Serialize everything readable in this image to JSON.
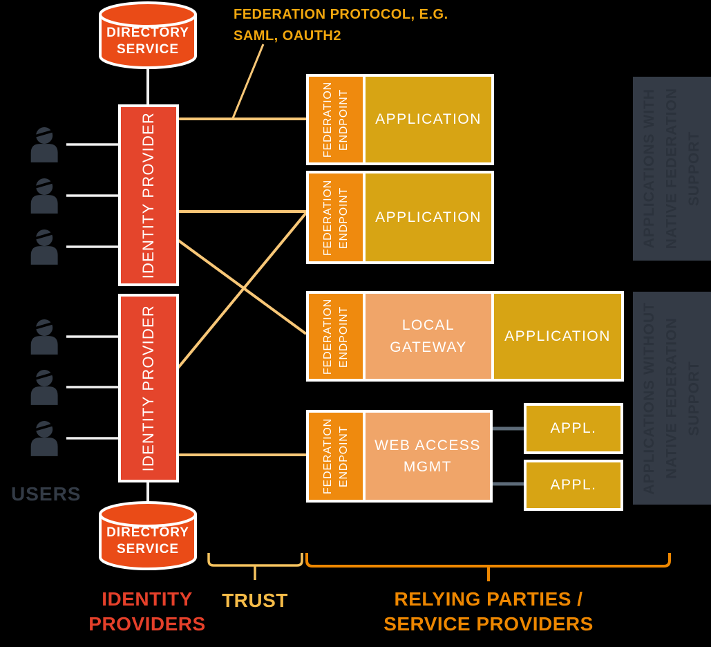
{
  "protocol_note": "FEDERATION PROTOCOL, E.G.\nSAML, OAUTH2",
  "directory_service_top": "DIRECTORY\nSERVICE",
  "directory_service_bottom": "DIRECTORY\nSERVICE",
  "identity_provider_top": "IDENTITY PROVIDER",
  "identity_provider_bottom": "IDENTITY PROVIDER",
  "users_label": "USERS",
  "rows": {
    "app1": {
      "endpoint": "FEDERATION\nENDPOINT",
      "application": "APPLICATION"
    },
    "app2": {
      "endpoint": "FEDERATION\nENDPOINT",
      "application": "APPLICATION"
    },
    "gateway": {
      "endpoint": "FEDERATION\nENDPOINT",
      "gateway": "LOCAL\nGATEWAY",
      "application": "APPLICATION"
    },
    "wam": {
      "endpoint": "FEDERATION\nENDPOINT",
      "wam": "WEB ACCESS\nMGMT",
      "appl_1": "APPL.",
      "appl_2": "APPL."
    }
  },
  "side_panels": {
    "with_support": "APPLICATIONS WITH\nNATIVE FEDERATION\nSUPPORT",
    "without_support": "APPLICATIONS WITHOUT\nNATIVE FEDERATION\nSUPPORT"
  },
  "legend": {
    "identity_providers": "IDENTITY\nPROVIDERS",
    "trust": "TRUST",
    "relying_parties": "RELYING PARTIES /\nSERVICE PROVIDERS"
  },
  "colors": {
    "background": "#000000",
    "idp_red": "#e4452c",
    "cylinder_red": "#ea4b17",
    "endpoint_orange": "#ef8a0e",
    "application_gold": "#d7a414",
    "gateway_light_orange": "#f0a569",
    "connection_gold_line": "#f8c777",
    "note_gold": "#f2a70e",
    "trust_gold": "#f6bc48",
    "relying_orange": "#ee8700",
    "slate_dark": "#333b46",
    "panel_bg": "#343b46",
    "panel_text": "#2b323c",
    "white_line": "#f0f0f0",
    "gray_connector": "#5d6b79"
  }
}
